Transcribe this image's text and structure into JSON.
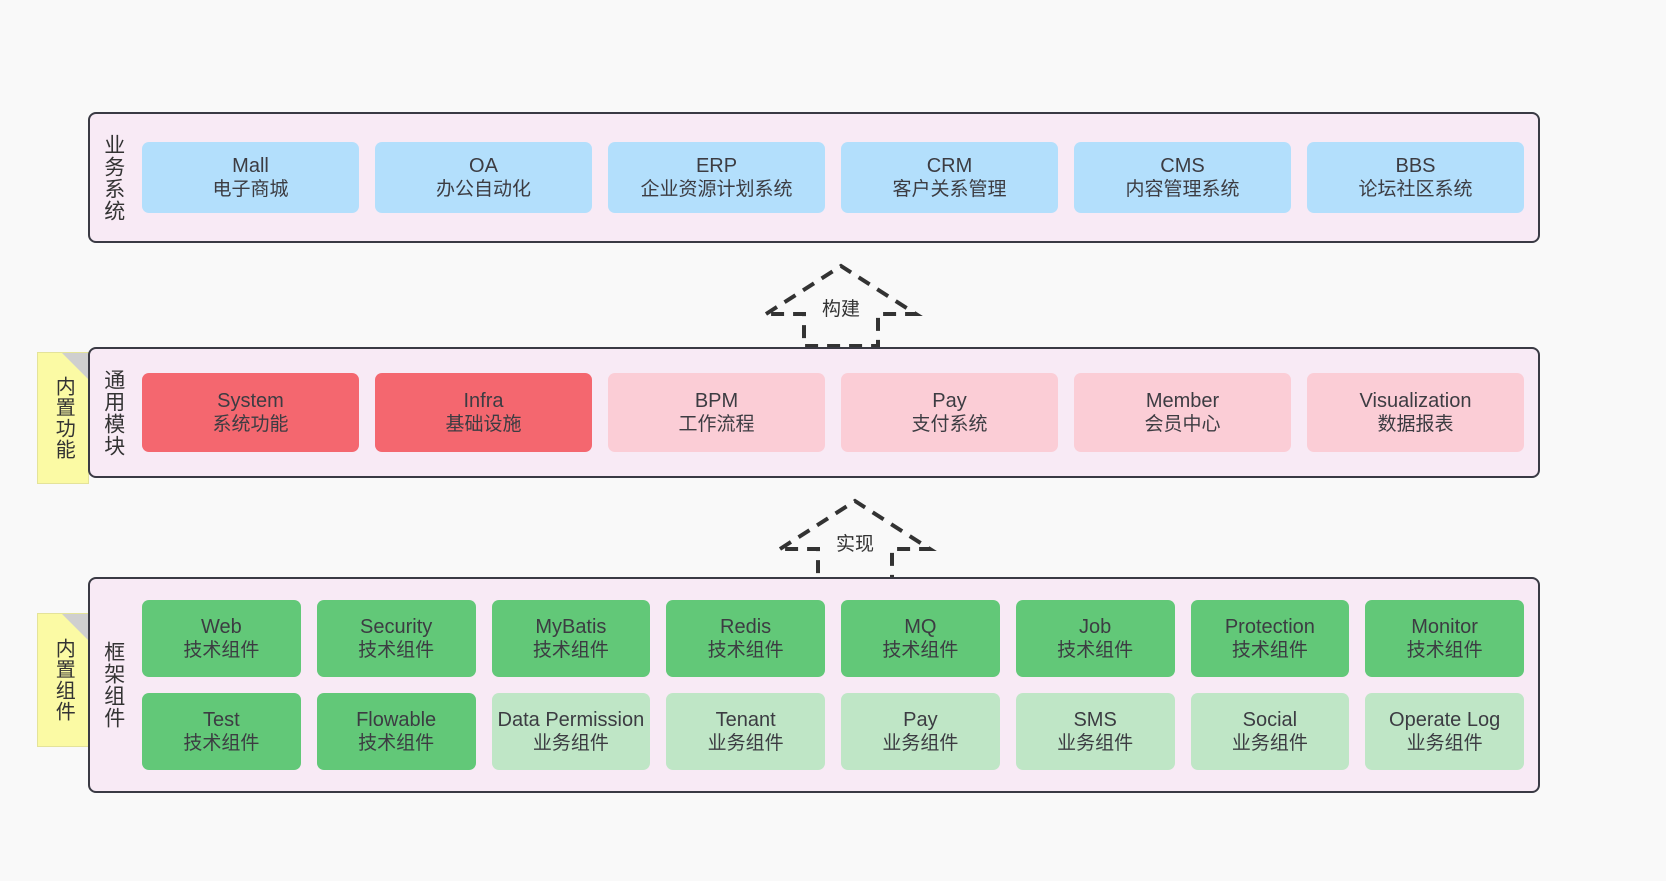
{
  "diagram": {
    "background": "#f9f9f9",
    "panel_bg": "#f8eaf5",
    "panel_border": "#3a3a44",
    "note_bg": "#fbfaa4",
    "colors": {
      "business": "#b3dffc",
      "common_active": "#f4676f",
      "common_inactive": "#fbcdd6",
      "tech_component": "#62c878",
      "biz_component": "#bfe6c6"
    }
  },
  "layers": {
    "business": {
      "title": "业务系统",
      "nodes": [
        {
          "title": "Mall",
          "sub": "电子商城"
        },
        {
          "title": "OA",
          "sub": "办公自动化"
        },
        {
          "title": "ERP",
          "sub": "企业资源计划系统"
        },
        {
          "title": "CRM",
          "sub": "客户关系管理"
        },
        {
          "title": "CMS",
          "sub": "内容管理系统"
        },
        {
          "title": "BBS",
          "sub": "论坛社区系统"
        }
      ]
    },
    "common": {
      "title": "通用模块",
      "note": "内置功能",
      "nodes": [
        {
          "title": "System",
          "sub": "系统功能",
          "style": "red"
        },
        {
          "title": "Infra",
          "sub": "基础设施",
          "style": "red"
        },
        {
          "title": "BPM",
          "sub": "工作流程",
          "style": "pink"
        },
        {
          "title": "Pay",
          "sub": "支付系统",
          "style": "pink"
        },
        {
          "title": "Member",
          "sub": "会员中心",
          "style": "pink"
        },
        {
          "title": "Visualization",
          "sub": "数据报表",
          "style": "pink"
        }
      ]
    },
    "framework": {
      "title": "框架组件",
      "note": "内置组件",
      "row1": [
        {
          "title": "Web",
          "sub": "技术组件",
          "style": "green"
        },
        {
          "title": "Security",
          "sub": "技术组件",
          "style": "green"
        },
        {
          "title": "MyBatis",
          "sub": "技术组件",
          "style": "green"
        },
        {
          "title": "Redis",
          "sub": "技术组件",
          "style": "green"
        },
        {
          "title": "MQ",
          "sub": "技术组件",
          "style": "green"
        },
        {
          "title": "Job",
          "sub": "技术组件",
          "style": "green"
        },
        {
          "title": "Protection",
          "sub": "技术组件",
          "style": "green"
        },
        {
          "title": "Monitor",
          "sub": "技术组件",
          "style": "green"
        }
      ],
      "row2": [
        {
          "title": "Test",
          "sub": "技术组件",
          "style": "green"
        },
        {
          "title": "Flowable",
          "sub": "技术组件",
          "style": "green"
        },
        {
          "title": "Data Permission",
          "sub": "业务组件",
          "style": "lightgreen"
        },
        {
          "title": "Tenant",
          "sub": "业务组件",
          "style": "lightgreen"
        },
        {
          "title": "Pay",
          "sub": "业务组件",
          "style": "lightgreen"
        },
        {
          "title": "SMS",
          "sub": "业务组件",
          "style": "lightgreen"
        },
        {
          "title": "Social",
          "sub": "业务组件",
          "style": "lightgreen"
        },
        {
          "title": "Operate Log",
          "sub": "业务组件",
          "style": "lightgreen"
        }
      ]
    }
  },
  "arrows": {
    "build": "构建",
    "implement": "实现"
  }
}
